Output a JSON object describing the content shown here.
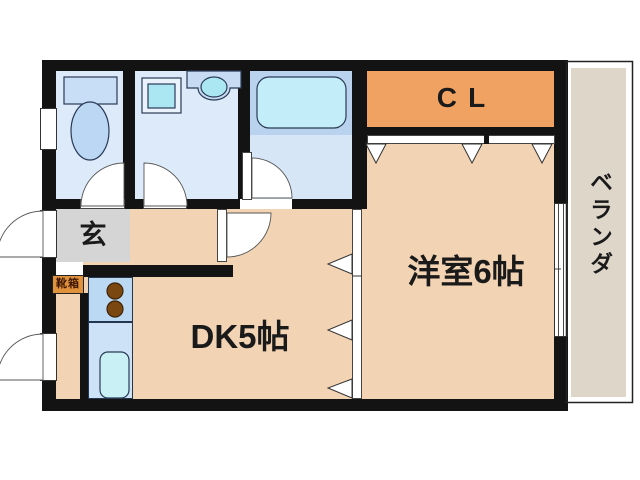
{
  "plan_title": "apartment-floor-plan",
  "rooms": {
    "entrance": {
      "label": "玄"
    },
    "shoebox": {
      "label": "靴箱"
    },
    "dining_kitchen": {
      "label": "DK5帖"
    },
    "western_room": {
      "label": "洋室6帖"
    },
    "closet": {
      "label": "CL"
    },
    "veranda": {
      "label": "ベランダ"
    }
  },
  "colors": {
    "wall": "#131313",
    "floor_peach": "#F2D3B3",
    "closet_orange": "#F0A263",
    "shoebox_orange": "#E0913C",
    "entrance_gray": "#D5D5D5",
    "wet_room_blue": "#DCEAF9",
    "bathroom_floor": "#D7E6F7",
    "bathroom_band": "#B9D2EE",
    "tub_cyan": "#C3EEF9",
    "fixture_cyan": "#ABE7F3",
    "kitchen_counter": "#BBD9F2",
    "kitchen_lower": "#CDE2F6",
    "burner_brown": "#7A4710",
    "veranda_beige": "#DFD6CA"
  }
}
